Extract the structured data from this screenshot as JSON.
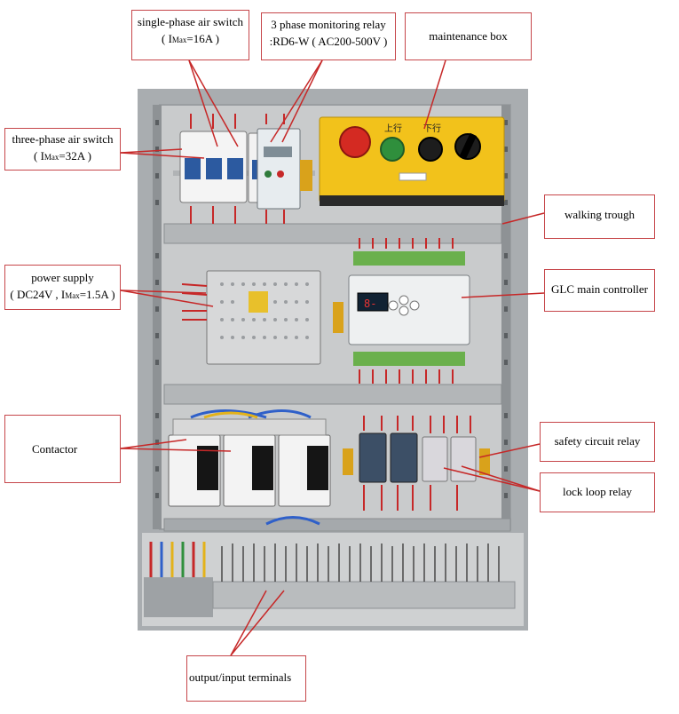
{
  "labels": {
    "single_phase_switch": {
      "title": "single-phase air switch",
      "spec": "( I",
      "sub": "Max",
      "spec_end": "=16A )"
    },
    "monitoring_relay": {
      "title": "3 phase monitoring relay",
      "spec": ":RD6-W ( AC200-500V )"
    },
    "maintenance_box": {
      "title": "maintenance box"
    },
    "three_phase_switch": {
      "title": "three-phase air switch",
      "spec": "( I",
      "sub": "Max",
      "spec_end": "=32A )"
    },
    "walking_trough": {
      "title": "walking trough"
    },
    "power_supply": {
      "title": "power supply",
      "spec": "( DC24V , I",
      "sub": "Max",
      "spec_end": "=1.5A )"
    },
    "glc_controller": {
      "title": "GLC  main controller"
    },
    "contactor": {
      "title": "Contactor"
    },
    "safety_relay": {
      "title": "safety circuit relay"
    },
    "lock_loop_relay": {
      "title": "lock loop relay"
    },
    "terminals": {
      "title": "output/input terminals"
    }
  },
  "panel_markings": {
    "up": "上行",
    "down": "下行",
    "controller_display": "8-"
  },
  "colors": {
    "callout_border": "#c6464a",
    "cabinet_gray": "#b9bcbf",
    "maintenance_box_yellow": "#f2c21b",
    "stop_button_red": "#d42a22",
    "up_button_green": "#2f8f3c"
  }
}
